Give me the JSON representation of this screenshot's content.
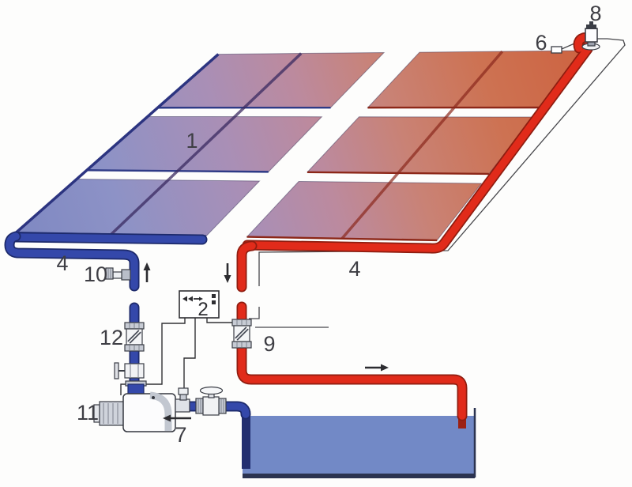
{
  "diagram": {
    "labels": {
      "collector": "1",
      "controller": "2",
      "supply_pipe": "4",
      "return_pipe": "4",
      "roof_sensor": "6",
      "suction_valve": "7",
      "air_vent": "8",
      "return_check_valve": "9",
      "flow_fitting": "10",
      "pump": "11",
      "supply_check_valve": "12"
    },
    "colors": {
      "cold_pipe": "#3448aa",
      "hot_pipe": "#e12b1a",
      "panel_cold": "#7e88c2",
      "panel_hot": "#cd6240",
      "tank_water": "#7289c6"
    }
  }
}
